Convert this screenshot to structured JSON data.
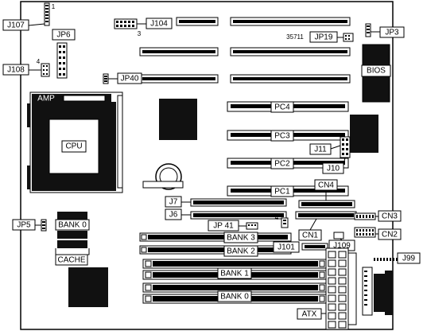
{
  "labels": {
    "j107": "J107",
    "jp6": "JP6",
    "j108": "J108",
    "j108_pin": "4",
    "j107_pin": "1",
    "j104": "J104",
    "j104_pin": "3",
    "jp19": "JP19",
    "jp19_pins": "35711",
    "jp3": "JP3",
    "jp40": "JP40",
    "bios": "BIOS",
    "amp": "AMP",
    "cpu": "CPU",
    "pc4": "PC4",
    "pc3": "PC3",
    "pc2": "PC2",
    "pc1": "PC1",
    "j11": "J11",
    "j10": "J10",
    "cn4": "CN4",
    "j7": "J7",
    "j6": "J6",
    "jp41": "JP 41",
    "jp41_pin": "4",
    "cn3": "CN3",
    "cn2": "CN2",
    "cn1": "CN1",
    "bank3": "BANK 3",
    "bank2": "BANK 2",
    "j101": "J101",
    "j109": "J109",
    "jp5": "JP5",
    "bank0_left": "BANK 0",
    "cache": "CACHE",
    "j99": "J99",
    "bank1": "BANK 1",
    "bank0": "BANK 0",
    "atx": "ATX"
  }
}
